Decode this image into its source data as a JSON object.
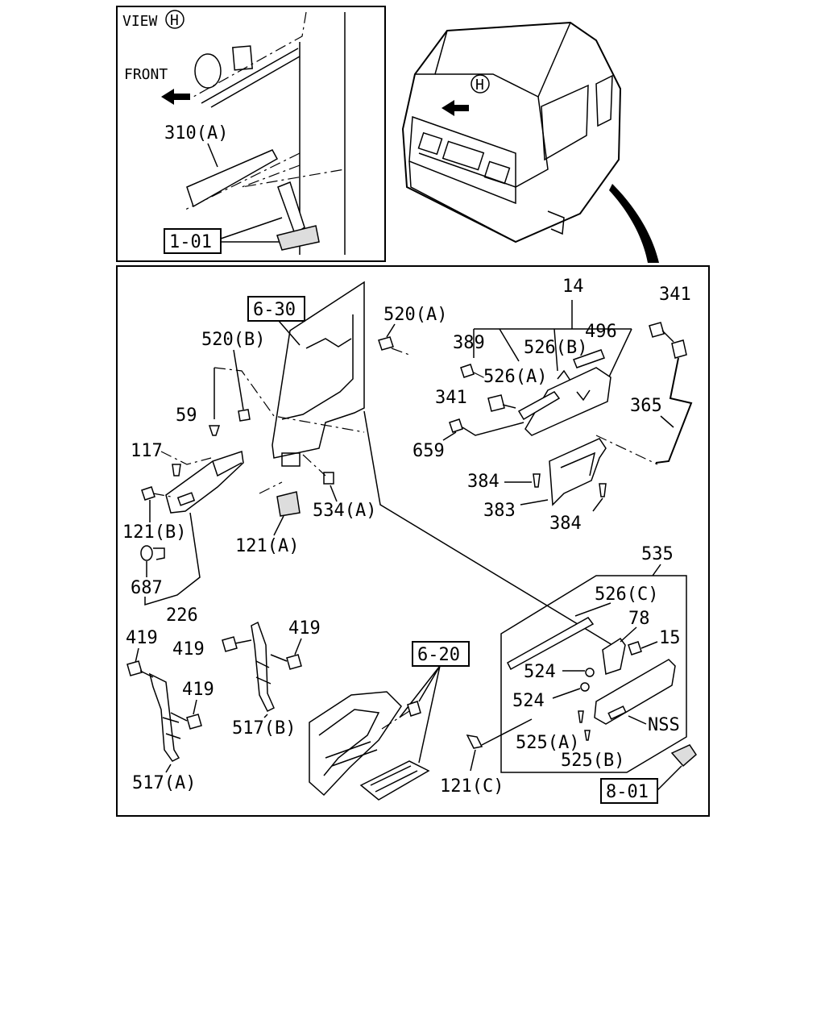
{
  "view_panel": {
    "view_label": "VIEW",
    "view_marker": "H",
    "front_label": "FRONT",
    "part_310a": "310(A)",
    "ref_101": "1-01"
  },
  "cab_view": {
    "marker": "H"
  },
  "main_panel": {
    "labels": {
      "ref_630": "6-30",
      "p520a": "520(A)",
      "p520b": "520(B)",
      "p59": "59",
      "p117": "117",
      "p121b": "121(B)",
      "p687": "687",
      "p226": "226",
      "p534a": "534(A)",
      "p121a": "121(A)",
      "p14": "14",
      "p389": "389",
      "p526b": "526(B)",
      "p496": "496",
      "p526a": "526(A)",
      "p341a": "341",
      "p341b": "341",
      "p365": "365",
      "p659": "659",
      "p384a": "384",
      "p383": "383",
      "p384b": "384",
      "p535": "535",
      "p526c": "526(C)",
      "p78": "78",
      "p15": "15",
      "p524a": "524",
      "p524b": "524",
      "pNSS": "NSS",
      "p525a": "525(A)",
      "p525b": "525(B)",
      "p121c": "121(C)",
      "ref_801": "8-01",
      "ref_620": "6-20",
      "p419a": "419",
      "p419b": "419",
      "p419c": "419",
      "p419d": "419",
      "p517b": "517(B)",
      "p517a": "517(A)"
    }
  }
}
